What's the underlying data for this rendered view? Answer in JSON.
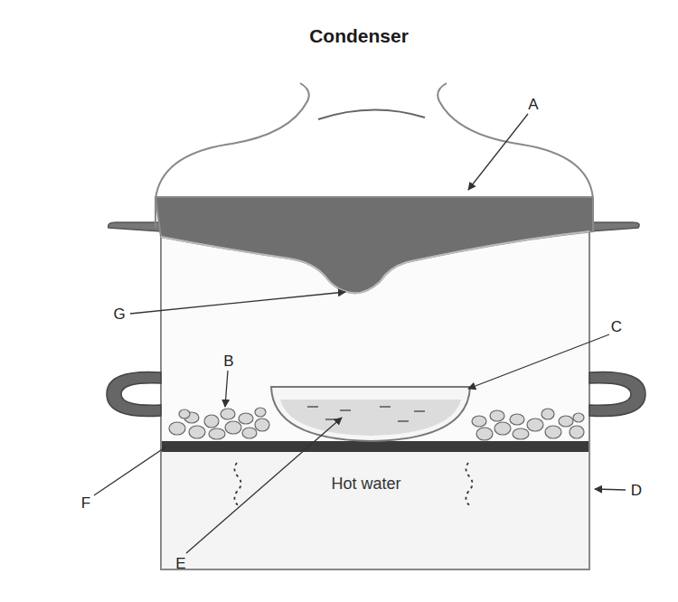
{
  "diagram": {
    "title": "Condenser",
    "labels": [
      "A",
      "B",
      "C",
      "D",
      "E",
      "F",
      "G",
      "Hot water"
    ]
  }
}
